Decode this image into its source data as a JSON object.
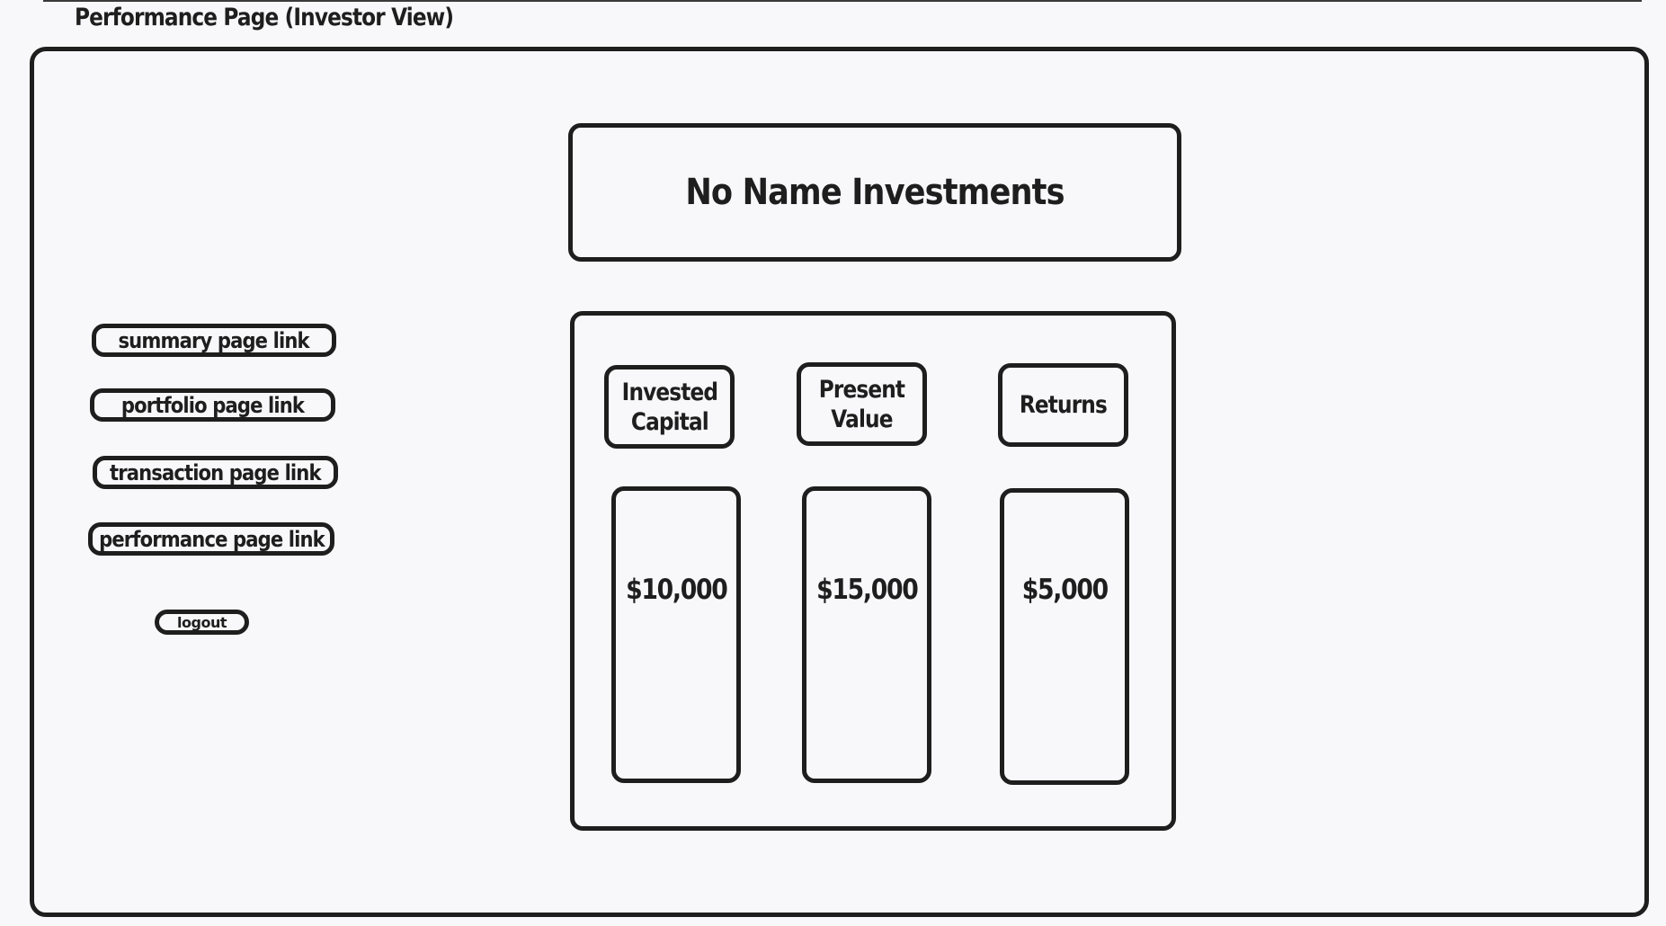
{
  "page": {
    "title": "Performance Page (Investor View)"
  },
  "header": {
    "brand": "No Name Investments"
  },
  "sidebar": {
    "items": [
      {
        "label": "summary page link"
      },
      {
        "label": "portfolio page link"
      },
      {
        "label": "transaction page link"
      },
      {
        "label": "performance page link"
      }
    ],
    "logout_label": "logout"
  },
  "metrics": [
    {
      "label": "Invested\nCapital",
      "value": "$10,000"
    },
    {
      "label": "Present\nValue",
      "value": "$15,000"
    },
    {
      "label": "Returns",
      "value": "$5,000"
    }
  ],
  "colors": {
    "background": "#f8f8fa",
    "stroke": "#1e1e1e"
  }
}
